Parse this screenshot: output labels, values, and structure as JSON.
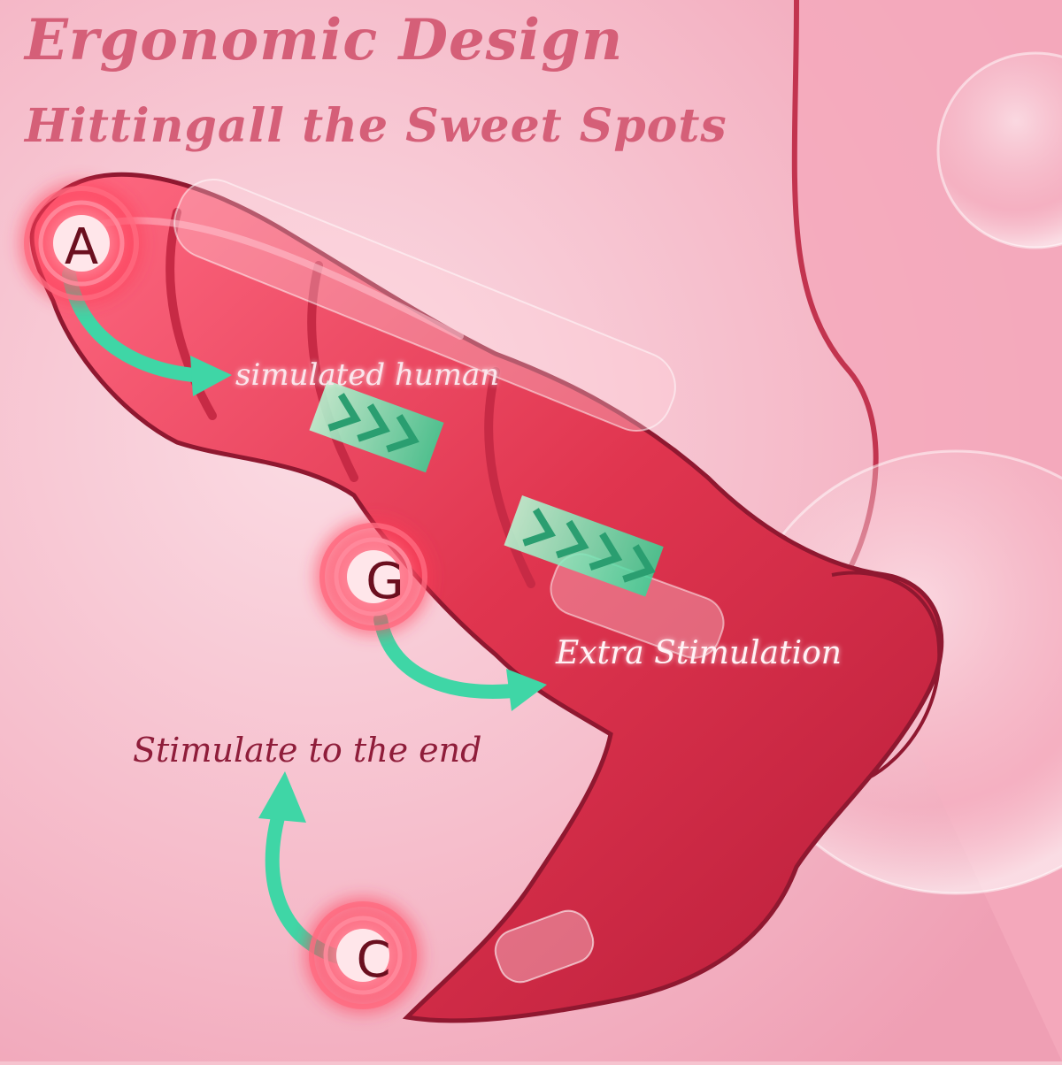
{
  "headline": {
    "title": "Ergonomic Design",
    "subtitle": "Hittingall the Sweet Spots"
  },
  "markers": [
    {
      "letter": "A",
      "icon": "marker-a-icon"
    },
    {
      "letter": "G",
      "icon": "marker-g-icon"
    },
    {
      "letter": "C",
      "icon": "marker-c-icon"
    }
  ],
  "callouts": {
    "simulated": "simulated human",
    "extra": "Extra Stimulation",
    "end": "Stimulate to the end"
  },
  "colors": {
    "background": "#f6c3cf",
    "body": "#e0354f",
    "body_dark": "#b81d3a",
    "arrow": "#3fd6a6",
    "marker_glow": "#ff3a55",
    "headline": "#d55f78",
    "label_dark": "#8f1d3a"
  }
}
